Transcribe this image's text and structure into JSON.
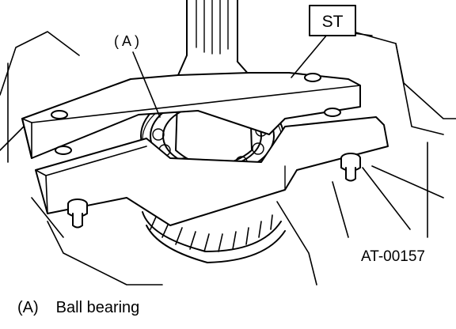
{
  "diagram": {
    "callout_st": "ST",
    "callout_a": "( A )",
    "figure_code": "AT-00157"
  },
  "legend": {
    "key": "(A)",
    "text": "Ball bearing"
  }
}
